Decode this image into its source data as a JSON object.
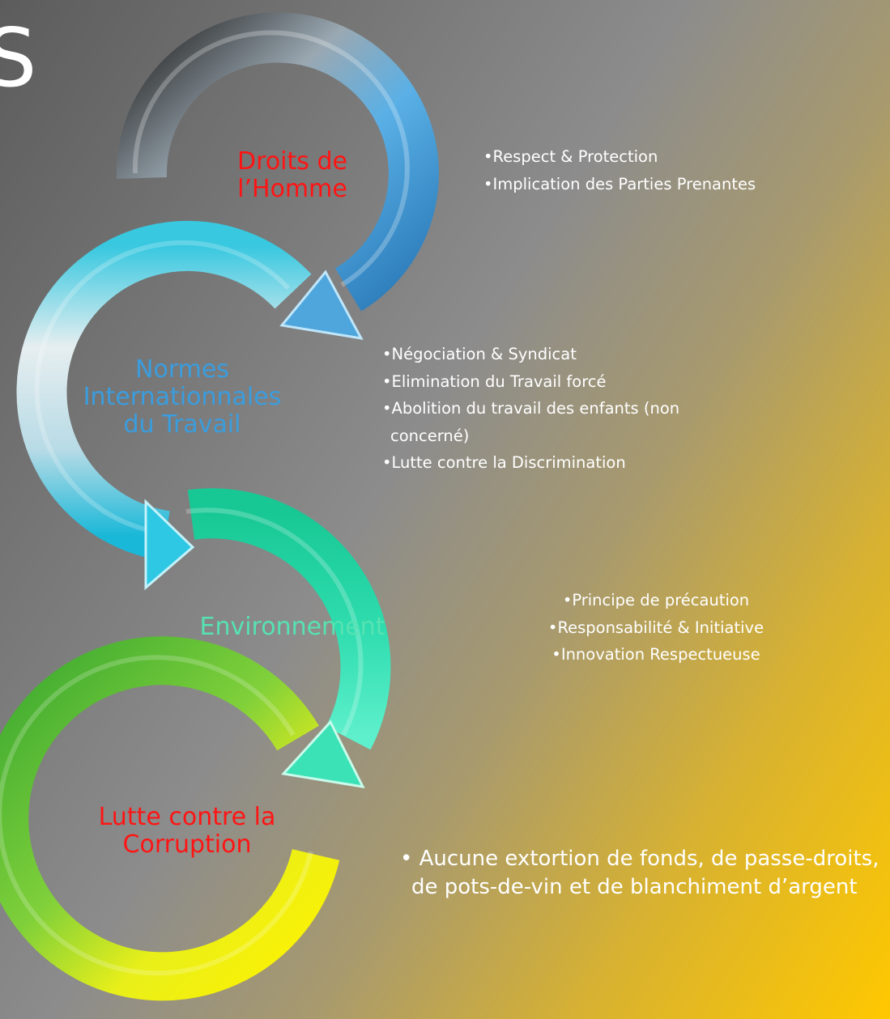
{
  "corner_glyph": "S",
  "colors": {
    "ring_droits": "#5aa8d8",
    "ring_normes": "#4ad6e6",
    "ring_environnement": "#2ad4a6",
    "ring_corruption": "#e6ec1e",
    "label_red": "#ff1414",
    "label_blue": "#3a9dde",
    "label_green": "#57e2b2"
  },
  "stages": [
    {
      "title": "Droits de l’Homme",
      "title_lines": [
        "Droits de",
        "l’Homme"
      ],
      "bullets": [
        "Respect & Protection",
        "Implication des Parties Prenantes"
      ]
    },
    {
      "title": "Normes Internationnales du Travail",
      "title_lines": [
        "Normes",
        "Internationnales",
        "du Travail"
      ],
      "bullets": [
        "Négociation & Syndicat",
        "Elimination du Travail forcé",
        "Abolition du travail des enfants (non concerné)",
        "Lutte contre la Discrimination"
      ],
      "bullet3_lines": [
        "Abolition du travail des enfants (non",
        "concerné)"
      ]
    },
    {
      "title": "Environnement",
      "title_lines": [
        "Environnement"
      ],
      "bullets": [
        "Principe de précaution",
        "Responsabilité & Initiative",
        "Innovation Respectueuse"
      ]
    },
    {
      "title": "Lutte contre la Corruption",
      "title_lines": [
        "Lutte contre la",
        "Corruption"
      ],
      "bullets": [
        "Aucune extortion de fonds, de passe-droits, de pots-de-vin et de blanchiment d’argent"
      ],
      "bullet1_lines": [
        "Aucune extortion de fonds, de passe-droits,",
        "de pots-de-vin et de blanchiment d’argent"
      ]
    }
  ]
}
